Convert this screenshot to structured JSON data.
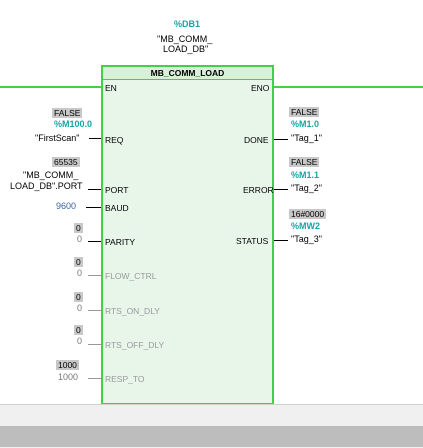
{
  "instance": {
    "db_name": "%DB1",
    "db_label_line1": "\"MB_COMM_",
    "db_label_line2": "LOAD_DB\""
  },
  "block": {
    "title": "MB_COMM_LOAD",
    "en": "EN",
    "eno": "ENO"
  },
  "inputs": [
    {
      "pin": "REQ",
      "badge": "FALSE",
      "address": "%M100.0",
      "tag": "\"FirstScan\""
    },
    {
      "pin": "PORT",
      "badge": "65535",
      "tag_line1": "\"MB_COMM_",
      "tag_line2": "LOAD_DB\".PORT"
    },
    {
      "pin": "BAUD",
      "value": "9600"
    },
    {
      "pin": "PARITY",
      "badge": "0",
      "value": "0"
    },
    {
      "pin": "FLOW_CTRL",
      "badge": "0",
      "value": "0"
    },
    {
      "pin": "RTS_ON_DLY",
      "badge": "0",
      "value": "0"
    },
    {
      "pin": "RTS_OFF_DLY",
      "badge": "0",
      "value": "0"
    },
    {
      "pin": "RESP_TO",
      "badge": "1000",
      "value": "1000"
    }
  ],
  "outputs": [
    {
      "pin": "DONE",
      "badge": "FALSE",
      "address": "%M1.0",
      "tag": "\"Tag_1\""
    },
    {
      "pin": "ERROR",
      "badge": "FALSE",
      "address": "%M1.1",
      "tag": "\"Tag_2\""
    },
    {
      "pin": "STATUS",
      "badge": "16#0000",
      "address": "%MW2",
      "tag": "\"Tag_3\""
    }
  ],
  "colors": {
    "power_flow": "#40d04a",
    "address": "#15a6a6"
  }
}
